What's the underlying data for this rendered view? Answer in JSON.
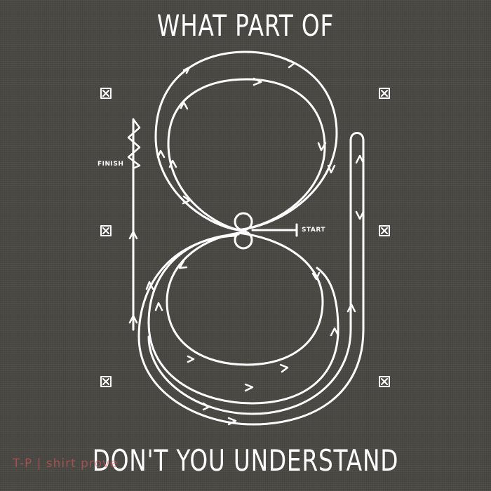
{
  "headline_top": "WHAT PART OF",
  "headline_bottom": "DON'T YOU UNDERSTAND",
  "labels": {
    "finish": "FINISH",
    "start": "START"
  },
  "watermark": "T-P | shirt prove",
  "colors": {
    "background": "#4a4843",
    "ink": "#ffffff"
  },
  "icons": {
    "corner_mark": "boxed-x-icon",
    "zigzag": "zigzag-icon",
    "arrow": "arrow-head-icon"
  }
}
